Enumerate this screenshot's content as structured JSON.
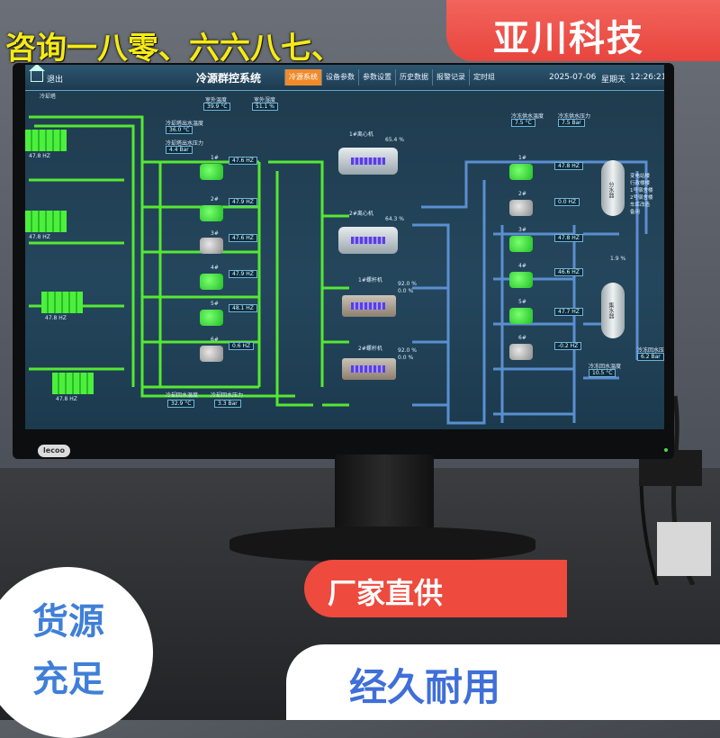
{
  "promo": {
    "top_banner": "咨询一八零、六六八七、",
    "brand": "亚川科技",
    "badge_line1": "货源",
    "badge_line2": "充足",
    "factory_direct": "厂家直供",
    "durable": "经久耐用"
  },
  "monitor": {
    "brand_logo": "lecoo"
  },
  "hmi": {
    "exit_label": "退出",
    "title": "冷源群控系统",
    "tabs": [
      {
        "label": "冷源系统",
        "active": true
      },
      {
        "label": "设备参数",
        "active": false
      },
      {
        "label": "参数设置",
        "active": false
      },
      {
        "label": "历史数据",
        "active": false
      },
      {
        "label": "报警记录",
        "active": false
      },
      {
        "label": "定时组",
        "active": false
      }
    ],
    "date": "2025-07-06",
    "weekday": "星期天",
    "time": "12:26:21",
    "cooling_tower_label": "冷却塔",
    "readings": {
      "wb_temp_label": "室外温度",
      "wb_temp": "39.9 °C",
      "humidity_label": "室外湿度",
      "humidity": "51.1 %",
      "cw_out_temp_label": "冷却塔出水温度",
      "cw_out_temp": "36.0 °C",
      "cw_out_press_label": "冷却塔出水压力",
      "cw_out_press": "4.4 Bar",
      "cw_ret_temp_label": "冷却回水温度",
      "cw_ret_temp": "32.9 °C",
      "cw_ret_press_label": "冷却回水压力",
      "cw_ret_press": "3.3 Bar",
      "chw_sup_temp_label": "冷冻供水温度",
      "chw_sup_temp": "7.5 °C",
      "chw_sup_press_label": "冷冻供水压力",
      "chw_sup_press": "7.5 Bar",
      "chw_ret_temp_label": "冷冻回水温度",
      "chw_ret_temp": "10.5 °C",
      "chw_ret_press_label": "冷冻回水压力",
      "chw_ret_press": "6.2 Bar",
      "bypass_valve": "1.9 %"
    },
    "tower_hz": [
      "47.8 HZ",
      "47.8 HZ",
      "47.8 HZ",
      "47.8 HZ"
    ],
    "cooling_pumps": [
      {
        "name": "1#",
        "hz": "47.6 HZ",
        "running": true
      },
      {
        "name": "2#",
        "hz": "47.9 HZ",
        "running": true
      },
      {
        "name": "3#",
        "hz": "47.6 HZ",
        "running": false
      },
      {
        "name": "4#",
        "hz": "47.9 HZ",
        "running": true
      },
      {
        "name": "5#",
        "hz": "48.1 HZ",
        "running": true
      },
      {
        "name": "6#",
        "hz": "0.6 HZ",
        "running": false
      }
    ],
    "chillers": [
      {
        "name": "1#离心机",
        "load": "65.4 %"
      },
      {
        "name": "2#离心机",
        "load": "64.3 %"
      },
      {
        "name": "1#螺杆机",
        "load": "92.0 %",
        "load2": "0.0 %"
      },
      {
        "name": "2#螺杆机",
        "load": "92.0 %",
        "load2": "0.0 %"
      }
    ],
    "chilled_pumps": [
      {
        "name": "1#",
        "hz": "47.8 HZ",
        "running": true
      },
      {
        "name": "2#",
        "hz": "0.0 HZ",
        "running": false
      },
      {
        "name": "3#",
        "hz": "47.8 HZ",
        "running": true
      },
      {
        "name": "4#",
        "hz": "46.6 HZ",
        "running": true
      },
      {
        "name": "5#",
        "hz": "47.7 HZ",
        "running": true
      },
      {
        "name": "6#",
        "hz": "-0.2 HZ",
        "running": false
      }
    ],
    "supply_header": "分水器",
    "return_header": "集水器",
    "branches": [
      "变电站楼",
      "行政楼楼",
      "1号宿舍楼",
      "2号宿舍楼",
      "车库改造",
      "备用"
    ]
  }
}
